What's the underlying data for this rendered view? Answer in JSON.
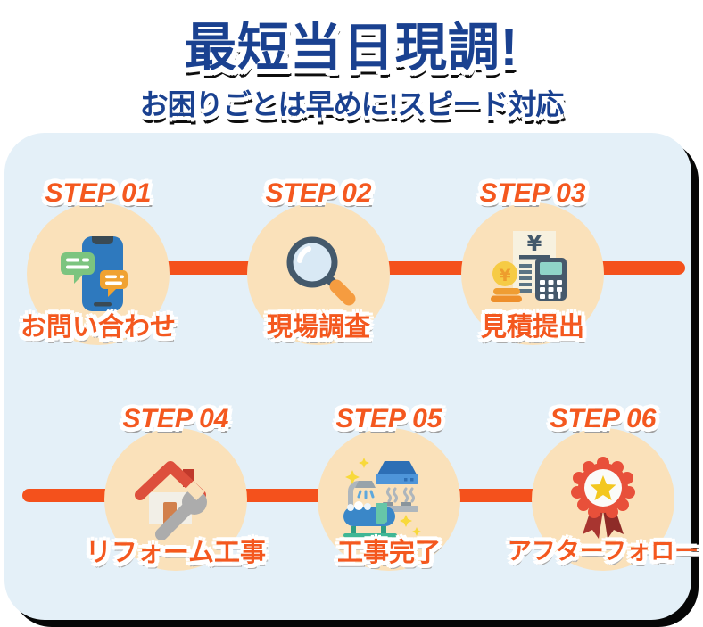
{
  "header": {
    "title": "最短当日現調!",
    "subtitle": "お困りごとは早めに!スピード対応"
  },
  "steps": [
    {
      "step_label": "STEP 01",
      "title": "お問い合わせ",
      "icon": "smartphone-chat-icon"
    },
    {
      "step_label": "STEP 02",
      "title": "現場調査",
      "icon": "magnifier-icon"
    },
    {
      "step_label": "STEP 03",
      "title": "見積提出",
      "icon": "estimate-calculator-icon"
    },
    {
      "step_label": "STEP 04",
      "title": "リフォーム工事",
      "icon": "house-wrench-icon"
    },
    {
      "step_label": "STEP 05",
      "title": "工事完了",
      "icon": "bath-kitchen-icon"
    },
    {
      "step_label": "STEP 06",
      "title": "アフターフォロー",
      "icon": "award-medal-icon"
    }
  ],
  "colors": {
    "title_blue": "#1A4190",
    "accent_orange": "#F4511C",
    "step_text_orange": "#F4581F",
    "panel_bg": "#E4F0F8",
    "circle_bg": "#FAE1BA",
    "page_bg": "#FFFFFF",
    "shadow_black": "#060606"
  }
}
